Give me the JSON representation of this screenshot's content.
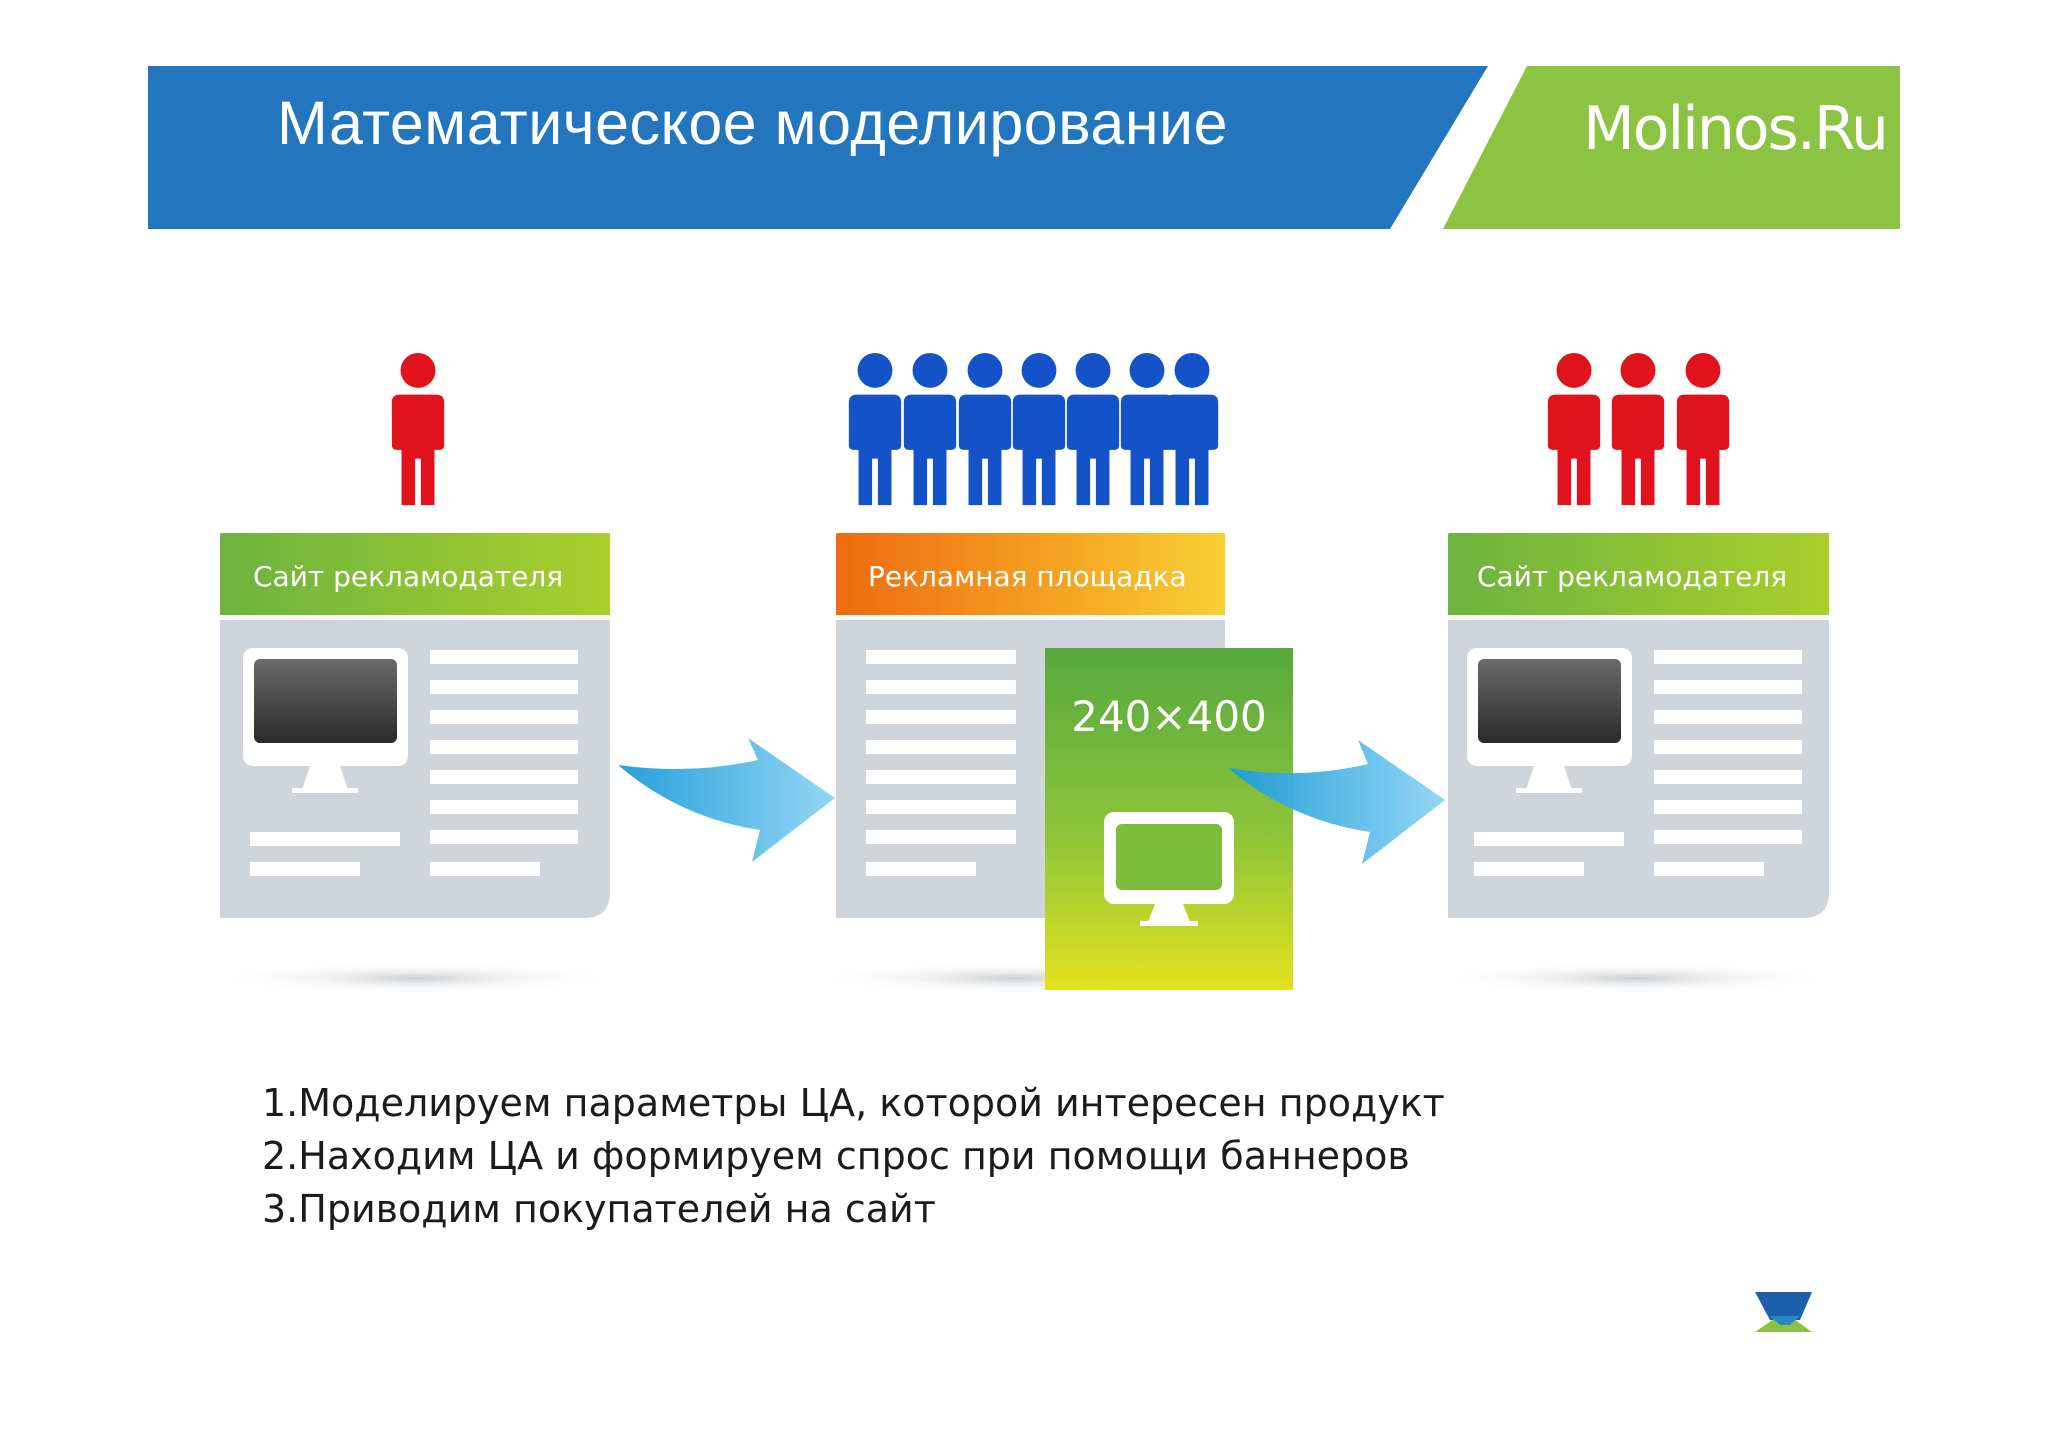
{
  "slide": {
    "title": "Математическое моделирование",
    "logo_text": "Molinos.Ru",
    "colors": {
      "banner_blue": "#2375bd",
      "banner_green": "#8cc343",
      "person_red": "#e0121b",
      "person_blue": "#1452c8",
      "panel_gray": "#cfd5db",
      "arrow_blue": "#2cabe3"
    }
  },
  "diagram": {
    "panels": [
      {
        "header": "Сайт рекламодателя",
        "audience_count": 1,
        "audience_color": "red"
      },
      {
        "header": "Рекламная площадка",
        "audience_count": 7,
        "audience_color": "blue",
        "banner_size": "240×400"
      },
      {
        "header": "Сайт рекламодателя",
        "audience_count": 3,
        "audience_color": "red"
      }
    ]
  },
  "steps": [
    "1.Моделируем параметры ЦА, которой интересен продукт",
    "2.Находим ЦА и формируем спрос при помощи баннеров",
    "3.Приводим покупателей на сайт"
  ],
  "icons": [
    "person-icon",
    "monitor-icon",
    "flow-arrow-icon",
    "corner-logo-icon"
  ]
}
